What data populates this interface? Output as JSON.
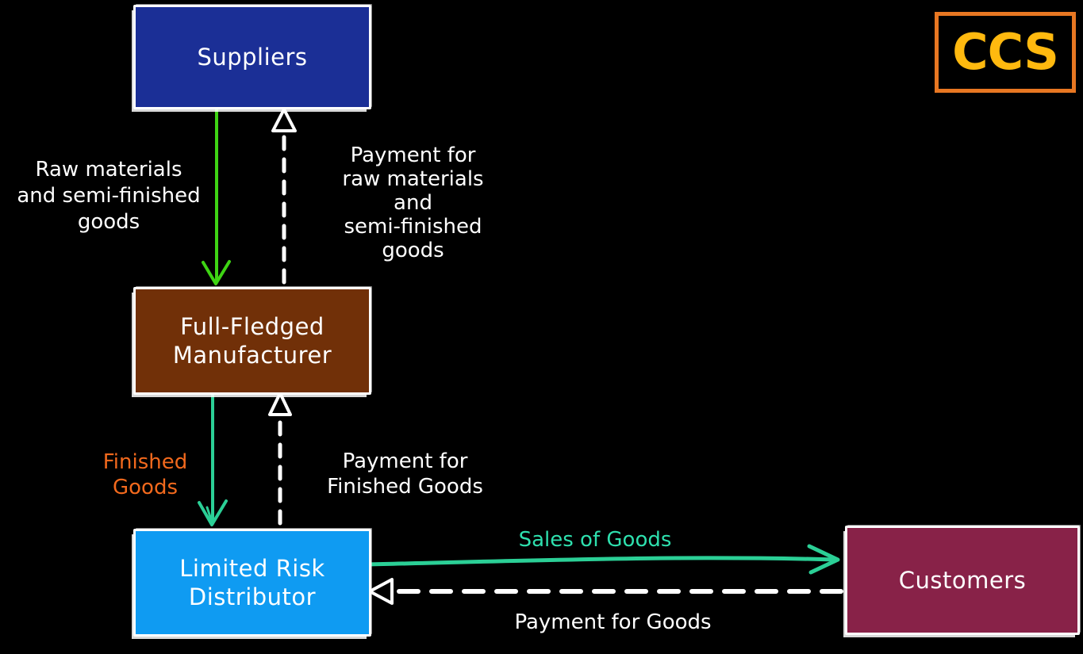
{
  "logo": {
    "text": "CCS",
    "border_color": "#e87722",
    "text_color": "#ffb90f"
  },
  "nodes": {
    "suppliers": {
      "lines": [
        "Suppliers"
      ],
      "fill": "#1b2f96",
      "text_color": "#ffffff"
    },
    "manufacturer": {
      "lines": [
        "Full-Fledged",
        "Manufacturer"
      ],
      "fill": "#713008",
      "text_color": "#ffffff"
    },
    "distributor": {
      "lines": [
        "Limited Risk",
        "Distributor"
      ],
      "fill": "#0f9bf2",
      "text_color": "#ffffff"
    },
    "customers": {
      "lines": [
        "Customers"
      ],
      "fill": "#882248",
      "text_color": "#ffffff"
    }
  },
  "flows": {
    "raw_materials": {
      "lines": [
        "Raw materials",
        "and semi-finished",
        "goods"
      ],
      "label_color": "#ffffff",
      "line_style": "solid",
      "arrow_color": "#3ed414",
      "from": "suppliers",
      "to": "manufacturer"
    },
    "payment_raw": {
      "lines": [
        "Payment for",
        "raw materials",
        "and",
        "semi-finished",
        "goods"
      ],
      "label_color": "#ffffff",
      "line_style": "dashed",
      "arrow_color": "#ffffff",
      "from": "manufacturer",
      "to": "suppliers"
    },
    "finished_goods": {
      "lines": [
        "Finished",
        "Goods"
      ],
      "label_color": "#f2691d",
      "line_style": "solid",
      "arrow_color": "#2bcf96",
      "from": "manufacturer",
      "to": "distributor"
    },
    "payment_finished": {
      "lines": [
        "Payment for",
        "Finished Goods"
      ],
      "label_color": "#ffffff",
      "line_style": "dashed",
      "arrow_color": "#ffffff",
      "from": "distributor",
      "to": "manufacturer"
    },
    "sales_of_goods": {
      "lines": [
        "Sales of Goods"
      ],
      "label_color": "#2ee0ae",
      "line_style": "solid",
      "arrow_color": "#2bcf96",
      "from": "distributor",
      "to": "customers"
    },
    "payment_goods": {
      "lines": [
        "Payment for Goods"
      ],
      "label_color": "#ffffff",
      "line_style": "dashed",
      "arrow_color": "#ffffff",
      "from": "customers",
      "to": "distributor"
    }
  },
  "palette": {
    "background": "#000000",
    "box_border": "#ffffff",
    "solid_goods_arrow_top": "#3ed414",
    "solid_goods_arrow_teal": "#2bcf96",
    "payment_arrow": "#ffffff"
  }
}
